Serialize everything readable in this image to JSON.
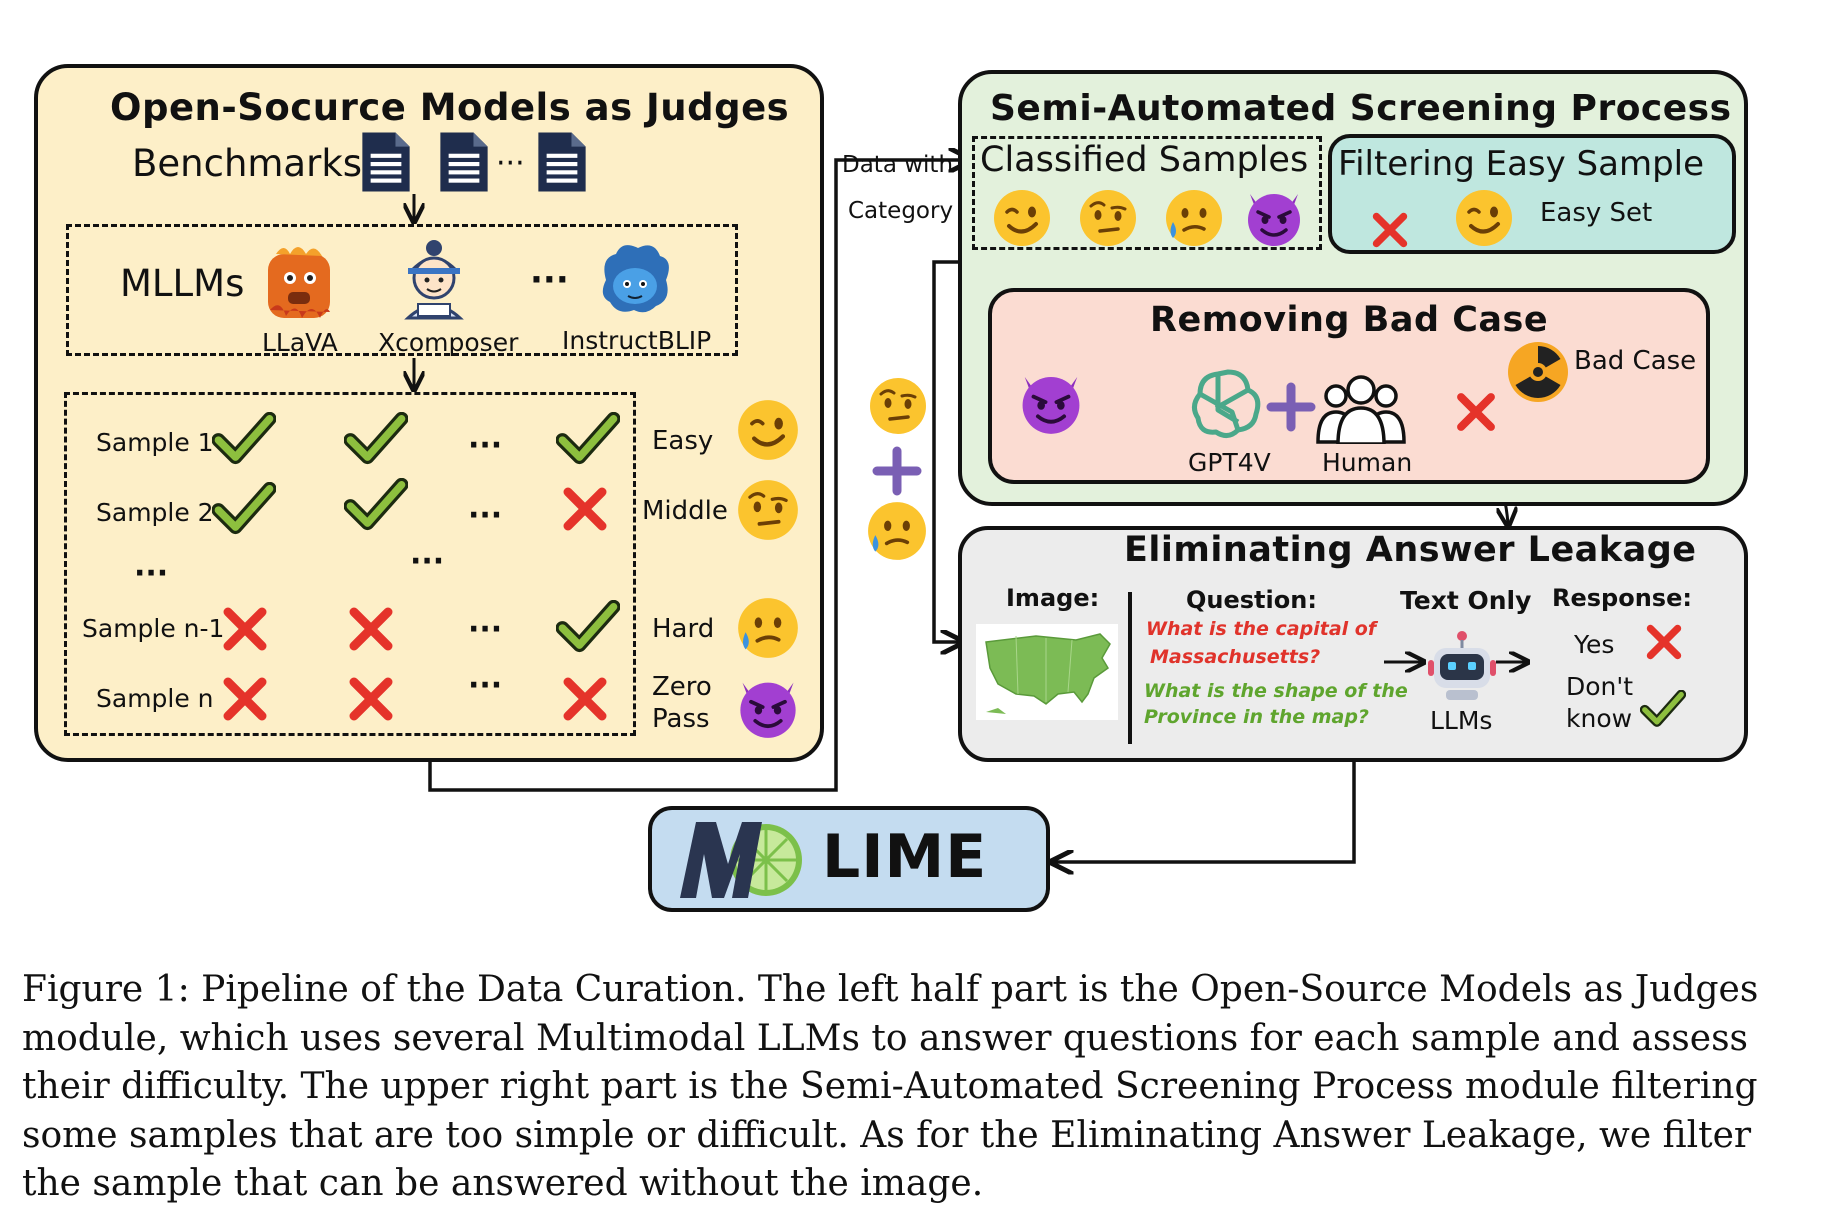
{
  "judges": {
    "title": "Open-Socurce Models as Judges",
    "benchmarks_label": "Benchmarks",
    "ellipsis": "···",
    "mllms_label": "MLLMs",
    "models": [
      "LLaVA",
      "Xcomposer",
      "InstructBLIP"
    ],
    "models_ellipsis": "···",
    "samples": [
      {
        "label": "Sample 1",
        "marks": [
          "check",
          "check",
          "check"
        ],
        "difficulty": "Easy"
      },
      {
        "label": "Sample 2",
        "marks": [
          "check",
          "check",
          "cross"
        ],
        "difficulty": "Middle"
      },
      {
        "label": "Sample n-1",
        "marks": [
          "cross",
          "cross",
          "check"
        ],
        "difficulty": "Hard"
      },
      {
        "label": "Sample n",
        "marks": [
          "cross",
          "cross",
          "cross"
        ],
        "difficulty_line1": "Zero",
        "difficulty_line2": "Pass"
      }
    ],
    "row_ellipsis": "···"
  },
  "flow": {
    "data_with": "Data with",
    "category": "Category"
  },
  "screening": {
    "title": "Semi-Automated Screening Process",
    "classified_label": "Classified Samples",
    "filtering_label": "Filtering Easy Sample",
    "easy_set_label": "Easy Set"
  },
  "bad_case": {
    "title": "Removing Bad Case",
    "gpt4v_label": "GPT4V",
    "human_label": "Human",
    "bad_case_label": "Bad Case"
  },
  "leakage": {
    "title": "Eliminating Answer Leakage",
    "image_label": "Image:",
    "question_label": "Question:",
    "question_red": "What is the capital of Massachusetts?",
    "question_red_line1": "What is the capital of",
    "question_red_line2": "Massachusetts?",
    "question_green_line1": "What is the shape of the",
    "question_green_line2": "Province in the map?",
    "text_only_label": "Text Only",
    "llms_label": "LLMs",
    "response_label": "Response:",
    "yes_label": "Yes",
    "dont_know_line1": "Don't",
    "dont_know_line2": "know"
  },
  "lime": {
    "logo_letter": "M",
    "label": "LIME"
  },
  "caption": "Figure 1: Pipeline of the Data Curation. The left half part is the Open-Source Models as Judges module, which uses several Multimodal LLMs to answer questions for each sample and assess their difficulty. The upper right part is the Semi-Automated Screening Process module filtering some samples that are too simple or difficult. As for the Eliminating Answer Leakage, we filter the sample that can be answered without the image.",
  "colors": {
    "judges_bg": "#fdefc8",
    "screening_bg": "#e3f1dc",
    "filter_bg": "#bfe7df",
    "badcase_bg": "#fbdcd2",
    "leakage_bg": "#ececec",
    "lime_bg": "#c4dcf0",
    "check": "#86b93a",
    "cross": "#e5332a",
    "emoji_yellow": "#fbc42e",
    "devil_purple": "#a23fd1",
    "question_red": "#e0332b",
    "question_green": "#5fa52e"
  }
}
